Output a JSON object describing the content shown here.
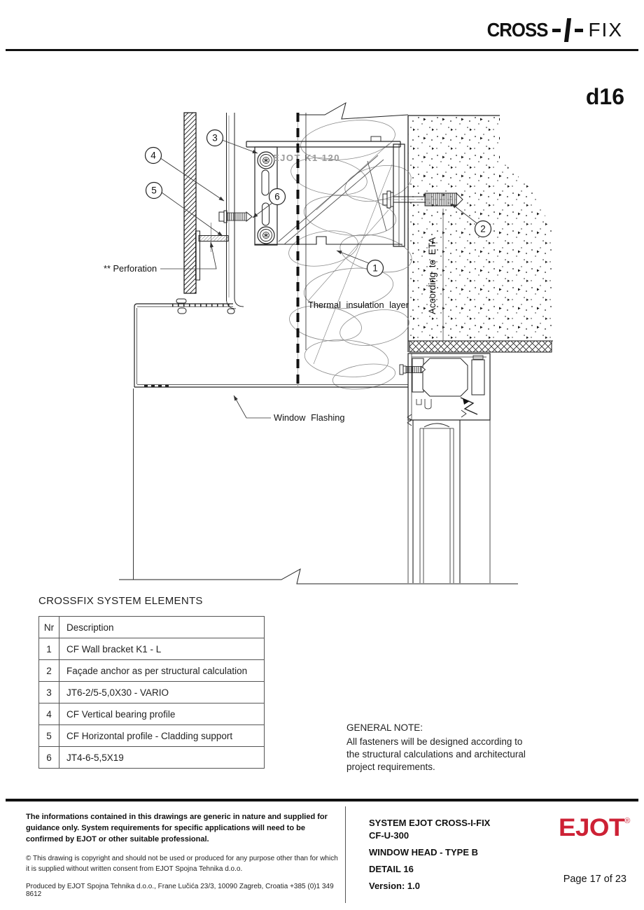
{
  "header": {
    "logo_left": "CROSS",
    "logo_right": "FIX",
    "detail_code": "d16"
  },
  "drawing": {
    "labels": {
      "perforation": "** Perforation",
      "thermal": "Thermal insulation layer",
      "eta": "According to ETA",
      "flashing": "Window Flashing",
      "bracket_marking": "EJOT K1 120"
    },
    "callouts": {
      "c1": "1",
      "c2": "2",
      "c3": "3",
      "c4": "4",
      "c5": "5",
      "c6": "6"
    }
  },
  "elements_table": {
    "title": "CROSSFIX SYSTEM ELEMENTS",
    "columns": {
      "nr": "Nr",
      "description": "Description"
    },
    "rows": [
      {
        "nr": "1",
        "description": "CF Wall bracket K1 - L"
      },
      {
        "nr": "2",
        "description": "Façade anchor as per structural calculation"
      },
      {
        "nr": "3",
        "description": "JT6-2/5-5,0X30 - VARIO"
      },
      {
        "nr": "4",
        "description": "CF Vertical bearing profile"
      },
      {
        "nr": "5",
        "description": "CF Horizontal profile - Cladding support"
      },
      {
        "nr": "6",
        "description": "JT4-6-5,5X19"
      }
    ]
  },
  "general_note": {
    "title": "GENERAL NOTE:",
    "body": "All fasteners will be designed according to the structural calculations and architectural project requirements."
  },
  "footer": {
    "disclaimer_bold": "The informations contained in this drawings are generic in nature and supplied for guidance only. System requirements for specific applications will need to be confirmed by EJOT or other suitable professional.",
    "copyright": "© This drawing is copyright and should not be used or produced for any purpose other than for which it is supplied without written consent from EJOT Spojna Tehnika d.o.o.",
    "produced_by": "Produced by EJOT Spojna Tehnika d.o.o., Frane Lučića 23/3, 10090 Zagreb, Croatia +385 (0)1 349 8612",
    "system_line1": "SYSTEM EJOT CROSS-I-FIX",
    "system_line2": "CF-U-300",
    "drawing_title": "WINDOW HEAD - TYPE B",
    "detail_line": "DETAIL 16",
    "version_line": "Version: 1.0",
    "brand": "EJOT",
    "brand_mark": "®",
    "brand_color": "#cd2135",
    "page_label": "Page 17 of 23"
  }
}
